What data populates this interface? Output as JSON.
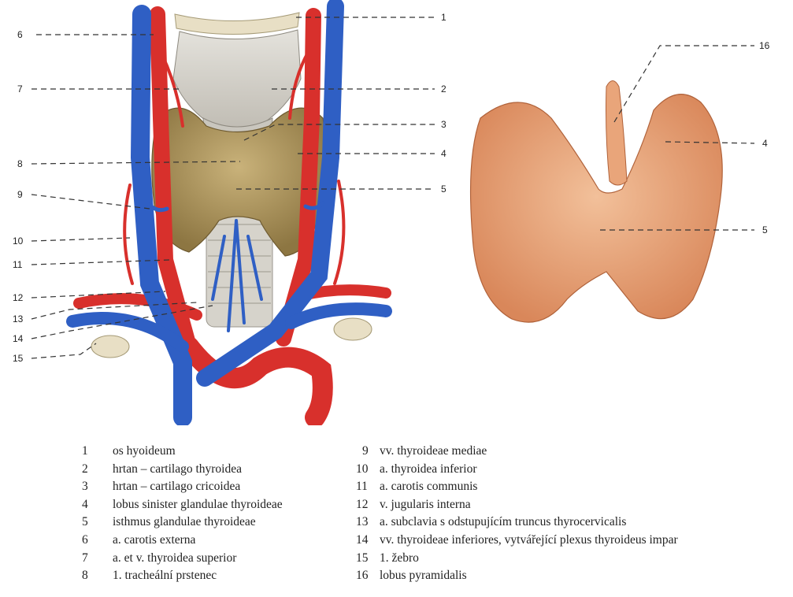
{
  "callouts_left": [
    "1",
    "2",
    "3",
    "4",
    "5",
    "6",
    "7",
    "8",
    "9",
    "10",
    "11",
    "12",
    "13",
    "14",
    "15"
  ],
  "callouts_right": [
    "16",
    "4",
    "5"
  ],
  "legend": [
    {
      "num": "1",
      "text": "os hyoideum"
    },
    {
      "num": "2",
      "text": "hrtan – cartilago thyroidea"
    },
    {
      "num": "3",
      "text": "hrtan – cartilago cricoidea"
    },
    {
      "num": "4",
      "text": "lobus sinister glandulae thyroideae"
    },
    {
      "num": "5",
      "text": "isthmus glandulae thyroideae"
    },
    {
      "num": "6",
      "text": "a. carotis externa"
    },
    {
      "num": "7",
      "text": "a. et v. thyroidea superior"
    },
    {
      "num": "8",
      "text": "1. tracheální prstenec"
    },
    {
      "num": "9",
      "text": "vv. thyroideae mediae"
    },
    {
      "num": "10",
      "text": "a. thyroidea inferior"
    },
    {
      "num": "11",
      "text": "a. carotis communis"
    },
    {
      "num": "12",
      "text": "v. jugularis interna"
    },
    {
      "num": "13",
      "text": "a. subclavia s odstupujícím truncus thyrocervicalis"
    },
    {
      "num": "14",
      "text": "vv. thyroideae inferiores, vytvářející plexus thyroideus impar"
    },
    {
      "num": "15",
      "text": "1. žebro"
    },
    {
      "num": "16",
      "text": "lobus pyramidalis"
    }
  ],
  "colors": {
    "artery": "#d8302c",
    "vein": "#2f5fc4",
    "thyroid": "#b49a5a",
    "gland_isolated": "#e9a57a",
    "cartilage": "#d9d6cf",
    "bone": "#e8dfc5"
  }
}
